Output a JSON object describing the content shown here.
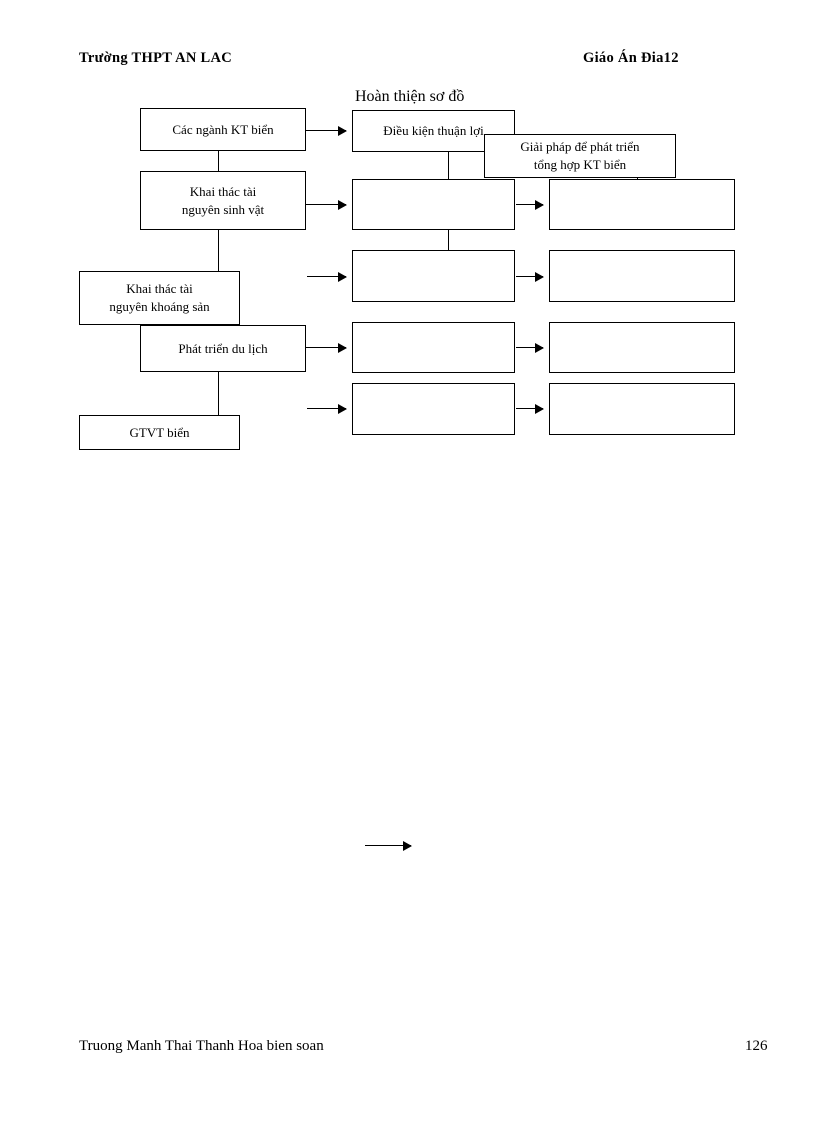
{
  "header": {
    "left": "Trường THPT AN LAC",
    "right": "Giáo Án Đia12"
  },
  "diagram": {
    "title": "Hoàn thiện sơ đồ",
    "left_column": [
      {
        "label": "Các ngành KT biển"
      },
      {
        "label": "Khai thác tài\nnguyên sinh vật"
      },
      {
        "label": "Khai thác tài\nnguyên khoáng sản"
      },
      {
        "label": "Phát triển du lịch"
      },
      {
        "label": "GTVT biển"
      }
    ],
    "middle_column": [
      {
        "label": "Điều kiện thuận lợi"
      },
      {
        "label": ""
      },
      {
        "label": ""
      },
      {
        "label": ""
      },
      {
        "label": ""
      }
    ],
    "right_column": [
      {
        "label": ""
      },
      {
        "label": ""
      },
      {
        "label": ""
      },
      {
        "label": ""
      }
    ],
    "overlay_box": {
      "label": "Giải pháp để phát triển\ntổng hợp KT biển"
    }
  },
  "footer": {
    "left": "Truong Manh Thai Thanh Hoa bien soan",
    "page_number": "126"
  },
  "colors": {
    "ink": "#000000",
    "paper": "#ffffff"
  }
}
